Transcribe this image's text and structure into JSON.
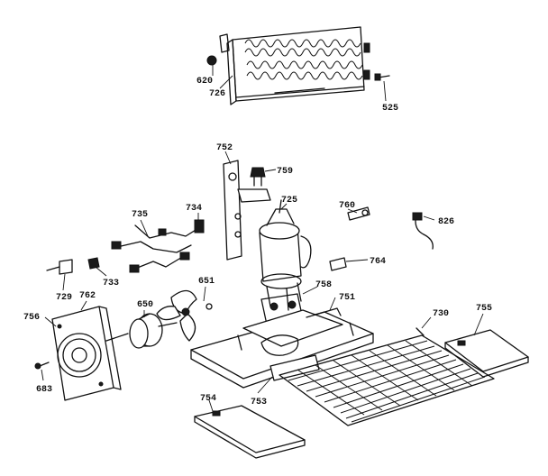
{
  "callouts": [
    {
      "id": "620",
      "text": "620"
    },
    {
      "id": "726",
      "text": "726"
    },
    {
      "id": "525",
      "text": "525"
    },
    {
      "id": "752",
      "text": "752"
    },
    {
      "id": "759",
      "text": "759"
    },
    {
      "id": "725",
      "text": "725"
    },
    {
      "id": "734",
      "text": "734"
    },
    {
      "id": "735",
      "text": "735"
    },
    {
      "id": "760",
      "text": "760"
    },
    {
      "id": "826",
      "text": "826"
    },
    {
      "id": "764",
      "text": "764"
    },
    {
      "id": "729",
      "text": "729"
    },
    {
      "id": "733",
      "text": "733"
    },
    {
      "id": "651",
      "text": "651"
    },
    {
      "id": "758",
      "text": "758"
    },
    {
      "id": "751",
      "text": "751"
    },
    {
      "id": "762",
      "text": "762"
    },
    {
      "id": "650",
      "text": "650"
    },
    {
      "id": "756",
      "text": "756"
    },
    {
      "id": "730",
      "text": "730"
    },
    {
      "id": "755",
      "text": "755"
    },
    {
      "id": "683",
      "text": "683"
    },
    {
      "id": "754",
      "text": "754"
    },
    {
      "id": "753",
      "text": "753"
    }
  ]
}
